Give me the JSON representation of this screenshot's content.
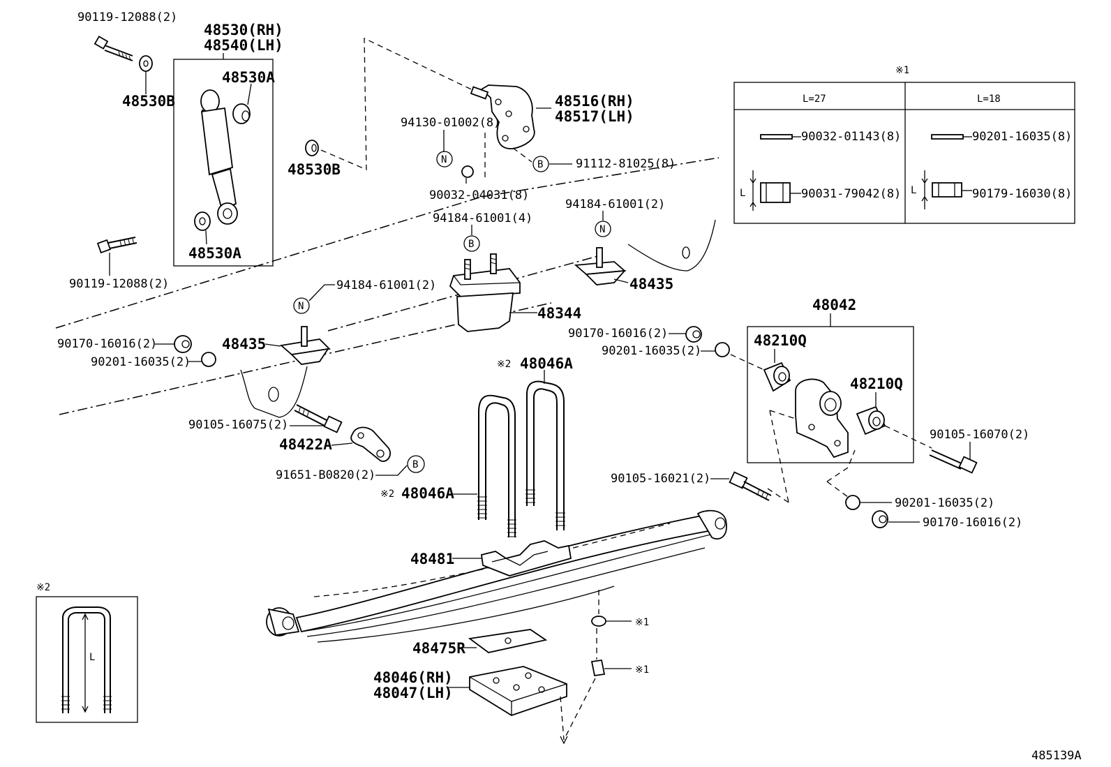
{
  "diagram": {
    "figure_id": "485139A",
    "labels": {
      "bolt_top_left": "90119-12088(2)",
      "shock_rh": "48530(RH)",
      "shock_lh": "48540(LH)",
      "bush_upper": "48530A",
      "bush_lower": "48530A",
      "washer_left": "48530B",
      "washer_mid": "48530B",
      "bolt_bottom_left": "90119-12088(2)",
      "bracket_rh": "48516(RH)",
      "bracket_lh": "48517(LH)",
      "nut_n_top": "94130-01002(8)",
      "washer_top": "90032-04031(8)",
      "bolt_b_top": "91112-81025(8)",
      "stud_center": "94184-61001(4)",
      "stud_right": "94184-61001(2)",
      "stud_left": "94184-61001(2)",
      "bumper_main": "48344",
      "bumper_right": "48435",
      "bumper_left": "48435",
      "nut_left": "90170-16016(2)",
      "washer_left2": "90201-16035(2)",
      "bolt_left": "90105-16075(2)",
      "plate_left": "48422A",
      "bolt_b_left": "91651-B0820(2)",
      "ubolt_top": "48046A",
      "ubolt_bottom": "48046A",
      "seat": "48481",
      "insulator": "48475R",
      "plate_rh": "48046(RH)",
      "plate_lh": "48047(LH)",
      "shackle": "48042",
      "shackle_bush_left": "48210Q",
      "shackle_bush_right": "48210Q",
      "nut_right_top": "90170-16016(2)",
      "washer_right_top": "90201-16035(2)",
      "bolt_right": "90105-16070(2)",
      "bolt_right2": "90105-16021(2)",
      "washer_right_bottom": "90201-16035(2)",
      "nut_right_bottom": "90170-16016(2)",
      "ref_mark_1": "※1",
      "ref_mark_2": "※2",
      "ref_mark_1_top": "※1",
      "ref_mark_1_bot": "※1"
    },
    "circles": {
      "n": "N",
      "b": "B"
    },
    "table1": {
      "title": "※1",
      "col_left": "L=27",
      "col_right": "L=18",
      "row1_left": "90032-01143(8)",
      "row1_right": "90201-16035(8)",
      "row2_left": "90031-79042(8)",
      "row2_right": "90179-16030(8)",
      "dim": "L"
    },
    "table2": {
      "title": "※2",
      "dim": "L"
    }
  }
}
